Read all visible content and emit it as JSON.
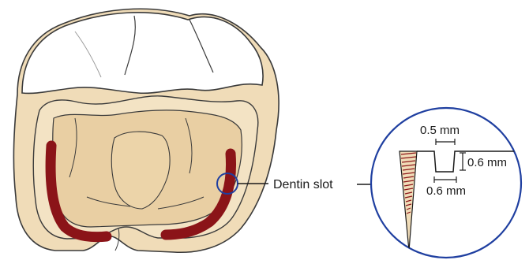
{
  "labels": {
    "dentin_slot": "Dentin slot",
    "width_top": "0.5 mm",
    "depth": "0.6 mm",
    "width_bottom": "0.6 mm"
  },
  "colors": {
    "enamel": "#ffffff",
    "dentin": "#f0dcb8",
    "inner_dentin": "#e9cfa3",
    "slot": "#8b1418",
    "circle": "#1f3fa0",
    "outline": "#3a3a3a"
  }
}
